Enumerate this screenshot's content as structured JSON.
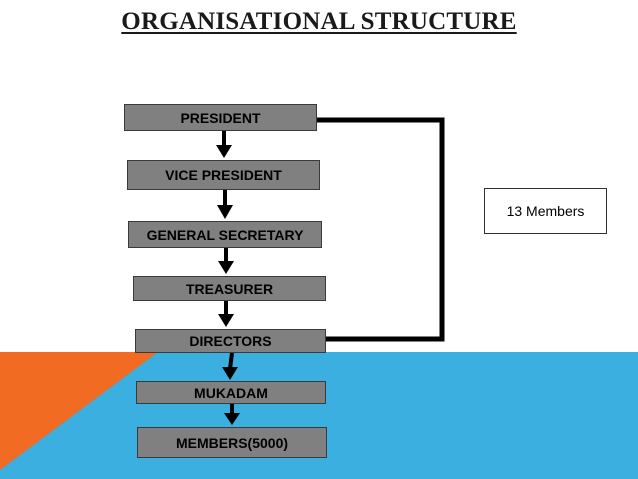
{
  "title": "ORGANISATIONAL STRUCTURE",
  "colors": {
    "node_fill": "#808080",
    "blue_band": "#3aafe0",
    "orange_accent": "#f26b22",
    "connector": "#000000"
  },
  "hierarchy": [
    "PRESIDENT",
    "VICE PRESIDENT",
    "GENERAL SECRETARY",
    "TREASURER",
    "DIRECTORS",
    "MUKADAM",
    "MEMBERS(5000)"
  ],
  "group_note": "13 Members"
}
